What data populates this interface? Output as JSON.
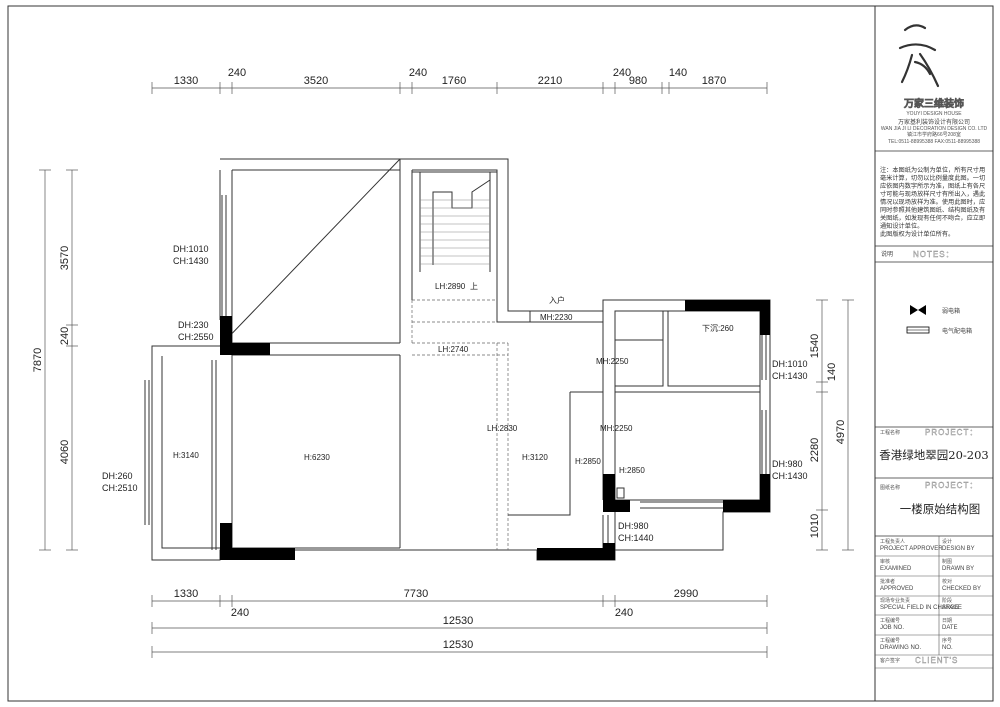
{
  "dimensions": {
    "top_row": [
      "1330",
      "240",
      "3520",
      "240",
      "1760",
      "2210",
      "240",
      "980",
      "140",
      "1870"
    ],
    "left_col": [
      "3570",
      "240",
      "7870",
      "4060"
    ],
    "right_col": [
      "1540",
      "140",
      "2280",
      "4970",
      "1010"
    ],
    "bottom_row1": [
      "1330",
      "240",
      "7730",
      "240",
      "2990"
    ],
    "bottom_total1": "12530",
    "bottom_total2": "12530"
  },
  "labels": {
    "dh1010_top": "DH:1010",
    "ch1430_top": "CH:1430",
    "dh230": "DH:230",
    "ch2550": "CH:2550",
    "dh260": "DH:260",
    "ch2510": "CH:2510",
    "lh2890": "LH:2890",
    "up": "上",
    "entrance": "入户",
    "mh2230": "MH:2230",
    "lh2740": "LH:2740",
    "sunken": "下沉:260",
    "mh2250_a": "MH:2250",
    "mh2250_b": "MH:2250",
    "dh1010_r": "DH:1010",
    "ch1430_r": "CH:1430",
    "dh980_r": "DH:980",
    "ch1430_r2": "CH:1430",
    "h3140": "H:3140",
    "h6230": "H:6230",
    "lh2830": "LH:2830",
    "h3120": "H:3120",
    "h2850_a": "H:2850",
    "h2850_b": "H:2850",
    "dh980_b": "DH:980",
    "ch1440": "CH:1440"
  },
  "title_block": {
    "brand": "万家三维装饰",
    "brand_en": "YOUYI DESIGN HOUSE",
    "company": "万家基利装饰设计有限公司",
    "company_en": "WAN JIA JI LI DECORATION DESIGN CO. LTD",
    "address": "镇江市学府路66号208室",
    "phone": "TEL:0511-88995388  FAX:0511-88995388",
    "notes_title": "注：",
    "notes": [
      "注：本图纸为公制为单位，所有尺寸用",
      "毫米计算，切勿以比例量度此图。一切",
      "应依图内数字所示为准，图纸上有各尺",
      "寸可能与现场放样尺寸有所出入，遇此",
      "情况以现场放样为准。使用此图时，应",
      "同时参照其他建筑图纸、结构图纸及有",
      "关图纸，如发现有任何不吻合，应立即",
      "通知设计单位。",
      "此图版权为设计单位所有。"
    ],
    "notes_label_cn": "说明",
    "notes_label_en": "NOTES：",
    "legend": [
      {
        "icon": "weak-current-box-icon",
        "label": "弱电箱"
      },
      {
        "icon": "electric-box-icon",
        "label": "电气配电箱"
      }
    ],
    "project_label_cn": "工程名称",
    "project_label_en": "PROJECT：",
    "project_name": "香港绿地翠园20-203",
    "drawing_label_cn": "图纸名称",
    "drawing_label_en": "PROJECT：",
    "drawing_name": "一楼原始结构图",
    "rows": [
      {
        "l_cn": "工程负责人",
        "l_en": "PROJECT APPROVER",
        "r_cn": "设计",
        "r_en": "DESIGN BY"
      },
      {
        "l_cn": "审核",
        "l_en": "EXAMINED",
        "r_cn": "制图",
        "r_en": "DRAWN BY"
      },
      {
        "l_cn": "批准者",
        "l_en": "APPROVED",
        "r_cn": "校对",
        "r_en": "CHECKED BY"
      },
      {
        "l_cn": "现场专业负责",
        "l_en": "SPECIAL FIELD IN CHARGE",
        "r_cn": "阶段",
        "r_en": "STAGE"
      },
      {
        "l_cn": "工程编号",
        "l_en": "JOB NO.",
        "r_cn": "日期",
        "r_en": "DATE"
      },
      {
        "l_cn": "工程编号",
        "l_en": "DRAWING NO.",
        "r_cn": "序号",
        "r_en": "NO."
      }
    ],
    "client_label_cn": "客户签字",
    "client_label_en": "CLIENT'S"
  }
}
